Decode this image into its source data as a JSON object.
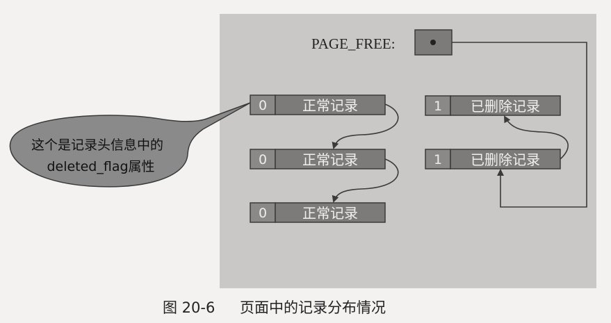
{
  "page_free": {
    "label": "PAGE_FREE:"
  },
  "normal_records": [
    {
      "flag": "0",
      "text": "正常记录"
    },
    {
      "flag": "0",
      "text": "正常记录"
    },
    {
      "flag": "0",
      "text": "正常记录"
    }
  ],
  "deleted_records": [
    {
      "flag": "1",
      "text": "已删除记录"
    },
    {
      "flag": "1",
      "text": "已删除记录"
    }
  ],
  "callout": {
    "line1": "这个是记录头信息中的",
    "line2": "deleted_flag属性"
  },
  "caption": {
    "number": "图 20-6",
    "title": "页面中的记录分布情况"
  }
}
